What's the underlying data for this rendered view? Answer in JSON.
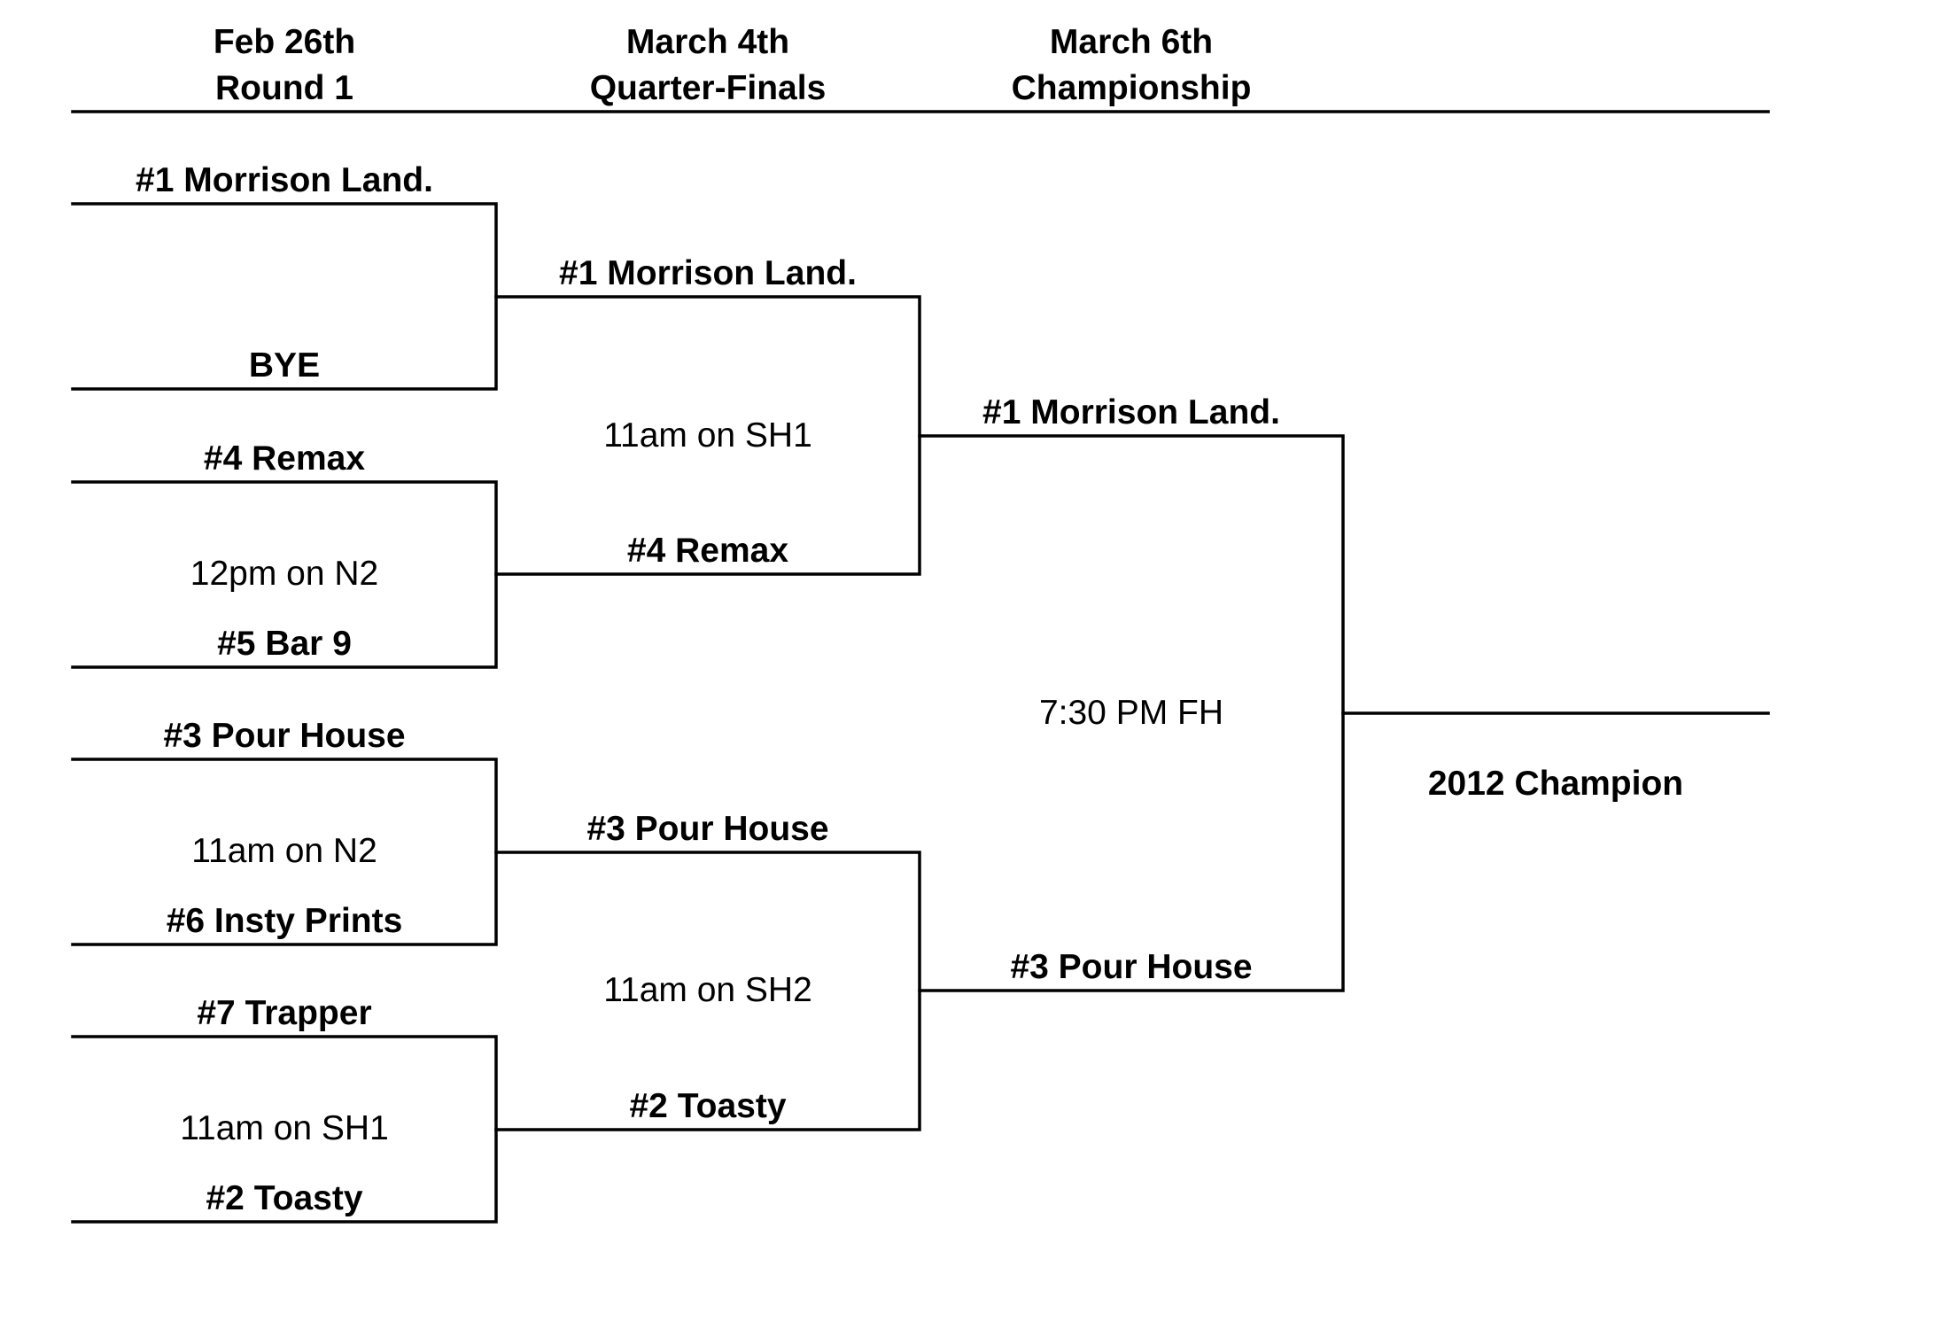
{
  "headers": [
    {
      "date": "Feb 26th",
      "round": "Round 1"
    },
    {
      "date": "March 4th",
      "round": "Quarter-Finals"
    },
    {
      "date": "March 6th",
      "round": "Championship"
    }
  ],
  "round1": {
    "match1": {
      "top": "#1 Morrison Land.",
      "bottom": "BYE"
    },
    "match2": {
      "top": "#4 Remax",
      "info": "12pm on N2",
      "bottom": "#5 Bar 9"
    },
    "match3": {
      "top": "#3 Pour House",
      "info": "11am on N2",
      "bottom": "#6 Insty Prints"
    },
    "match4": {
      "top": "#7 Trapper",
      "info": "11am on SH1",
      "bottom": "#2 Toasty"
    }
  },
  "quarterfinals": {
    "match1": {
      "top": "#1 Morrison Land.",
      "info": "11am on SH1",
      "bottom": "#4 Remax"
    },
    "match2": {
      "top": "#3 Pour House",
      "info": "11am on SH2",
      "bottom": "#2 Toasty"
    }
  },
  "championship": {
    "top": "#1 Morrison Land.",
    "info": "7:30 PM FH",
    "bottom": "#3 Pour House"
  },
  "champion": {
    "label": "2012 Champion"
  }
}
